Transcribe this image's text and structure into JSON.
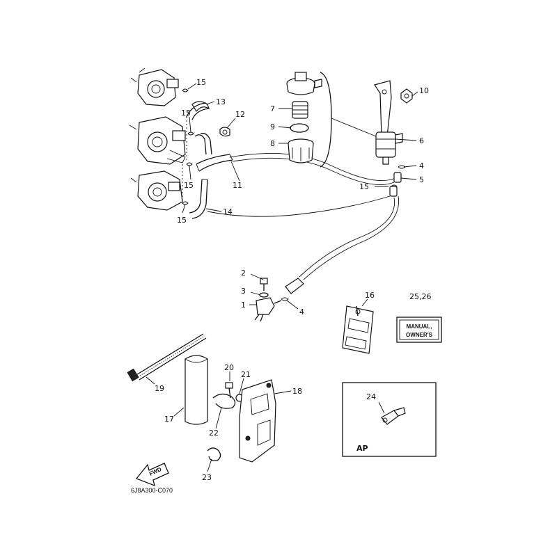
{
  "callouts": [
    {
      "id": "c15a",
      "text": "15"
    },
    {
      "id": "c13",
      "text": "13"
    },
    {
      "id": "c15b",
      "text": "15"
    },
    {
      "id": "c12",
      "text": "12"
    },
    {
      "id": "c11",
      "text": "11"
    },
    {
      "id": "c15c",
      "text": "15"
    },
    {
      "id": "c15d",
      "text": "15"
    },
    {
      "id": "c14",
      "text": "14"
    },
    {
      "id": "c7",
      "text": "7"
    },
    {
      "id": "c9",
      "text": "9"
    },
    {
      "id": "c8",
      "text": "8"
    },
    {
      "id": "c10",
      "text": "10"
    },
    {
      "id": "c6",
      "text": "6"
    },
    {
      "id": "c4a",
      "text": "4"
    },
    {
      "id": "c5",
      "text": "5"
    },
    {
      "id": "c15e",
      "text": "15"
    },
    {
      "id": "c2",
      "text": "2"
    },
    {
      "id": "c3",
      "text": "3"
    },
    {
      "id": "c1",
      "text": "1"
    },
    {
      "id": "c4b",
      "text": "4"
    },
    {
      "id": "c16",
      "text": "16"
    },
    {
      "id": "c2526",
      "text": "25,26"
    },
    {
      "id": "c20",
      "text": "20"
    },
    {
      "id": "c21",
      "text": "21"
    },
    {
      "id": "c18",
      "text": "18"
    },
    {
      "id": "c19",
      "text": "19"
    },
    {
      "id": "c17",
      "text": "17"
    },
    {
      "id": "c22",
      "text": "22"
    },
    {
      "id": "c24",
      "text": "24"
    },
    {
      "id": "c23",
      "text": "23"
    }
  ],
  "manual_box": {
    "line1": "MANUAL,",
    "line2": "OWNER'S"
  },
  "ap_box": {
    "label": "AP"
  },
  "fwd_arrow": {
    "label": "FWD"
  },
  "diagram_code": "6J8A300-C070"
}
